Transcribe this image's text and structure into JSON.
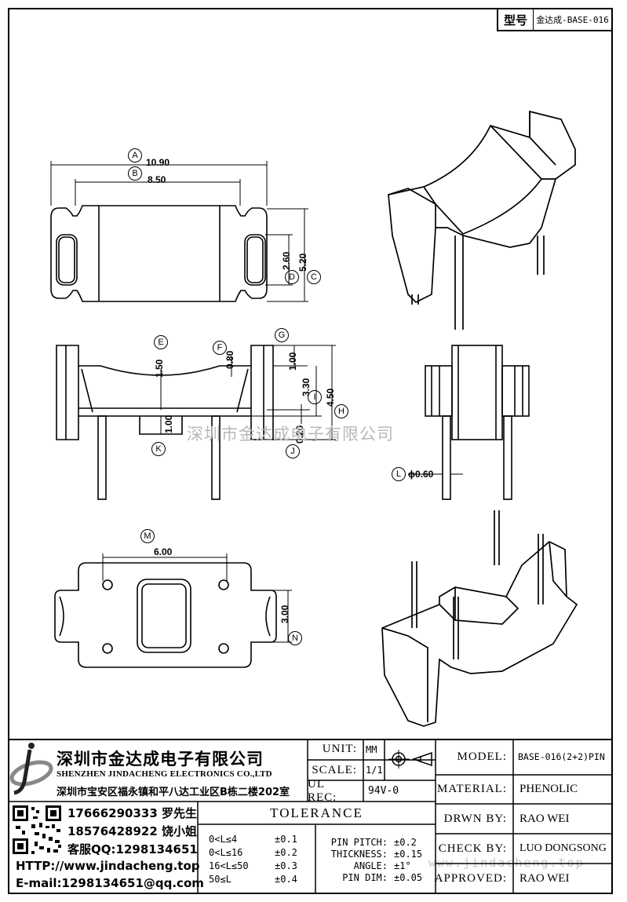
{
  "header": {
    "model_key": "型号",
    "model_value": "金达成-BASE-016"
  },
  "dimensions": {
    "A": "10.90",
    "B": "8.50",
    "C": "5.20",
    "D": "2.60",
    "E": "1.50",
    "F": "0.80",
    "G": "1.00",
    "H": "4.50",
    "I": "3.30",
    "J": "0.20",
    "K": "1.00",
    "L": "ϕ0.60",
    "M": "6.00",
    "N": "3.00"
  },
  "callouts": [
    "A",
    "B",
    "C",
    "D",
    "E",
    "F",
    "G",
    "H",
    "I",
    "J",
    "K",
    "L",
    "M",
    "N"
  ],
  "watermark": "深圳市金达成电子有限公司",
  "watermark_url": "www.jindacheng.top",
  "company": {
    "name_cn": "深圳市金达成电子有限公司",
    "name_en": "SHENZHEN JINDACHENG ELECTRONICS CO.,LTD",
    "address": "深圳市宝安区福永镇和平八达工业区B栋二楼202室"
  },
  "contacts": {
    "phone1": "17666290333 罗先生",
    "phone2": "18576428922 饶小姐",
    "qq": "客服QQ:1298134651",
    "http": "HTTP://www.jindacheng.top",
    "email": "E-mail:1298134651@qq.com"
  },
  "specs": {
    "unit_label": "UNIT:",
    "unit_value": "MM",
    "scale_label": "SCALE:",
    "scale_value": "1/1",
    "ulrec_label": "UL REC:",
    "ulrec_value": "94V-0"
  },
  "tolerance": {
    "title": "TOLERANCE",
    "ranges": [
      {
        "range": "0<L≤4",
        "tol": "±0.1"
      },
      {
        "range": "0<L≤16",
        "tol": "±0.2"
      },
      {
        "range": "16<L≤50",
        "tol": "±0.3"
      },
      {
        "range": "50≤L",
        "tol": "±0.4"
      }
    ],
    "items": [
      {
        "name": "PIN PITCH:",
        "tol": "±0.2"
      },
      {
        "name": "THICKNESS:",
        "tol": "±0.15"
      },
      {
        "name": "ANGLE:",
        "tol": "±1°"
      },
      {
        "name": "PIN DIM:",
        "tol": "±0.05"
      }
    ]
  },
  "info": {
    "model_label": "MODEL:",
    "model_value": "BASE-016(2+2)PIN",
    "material_label": "MATERIAL:",
    "material_value": "PHENOLIC",
    "drawn_label": "DRWN BY:",
    "drawn_value": "RAO WEI",
    "check_label": "CHECK BY:",
    "check_value": "LUO DONGSONG",
    "approved_label": "APPROVED:",
    "approved_value": "RAO WEI"
  }
}
